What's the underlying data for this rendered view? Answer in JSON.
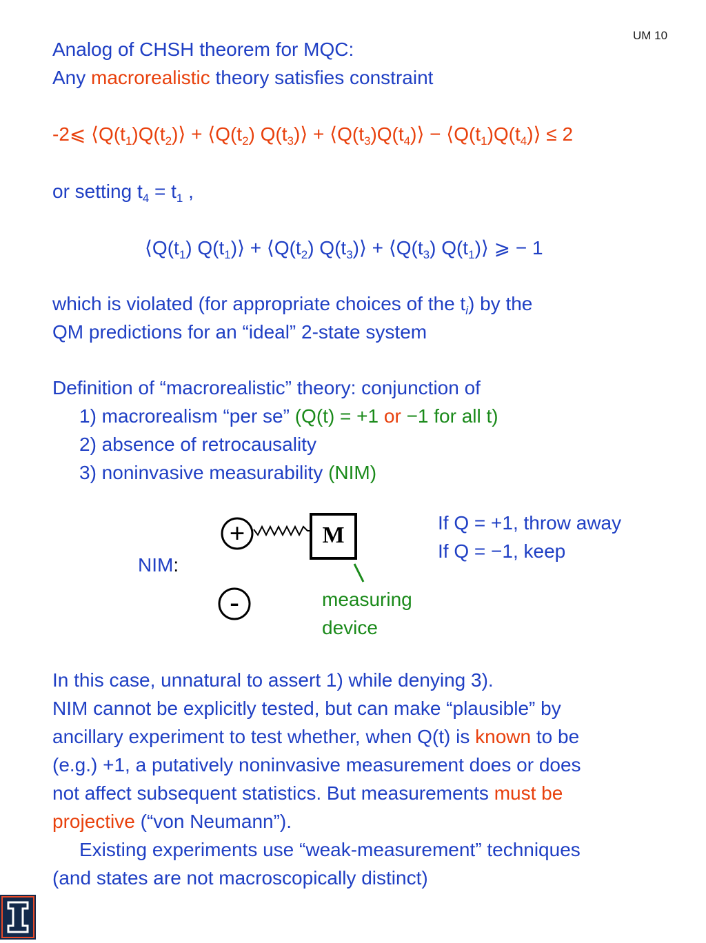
{
  "slide_number": "UM 10",
  "heading": {
    "line1": "Analog of CHSH theorem for MQC:",
    "line2_pre": "Any ",
    "line2_red": "macrorealistic",
    "line2_post": " theory satisfies constraint"
  },
  "inequality": {
    "lhs": "-2⩽ ⟨Q(t",
    "s1": "1",
    "a": ")Q(t",
    "s2": "2",
    "b": ")⟩ + ⟨Q(t",
    "s3": "2",
    "c": ") Q(t",
    "s4": "3",
    "d": ")⟩ + ⟨Q(t",
    "s5": "3",
    "e": ")Q(t",
    "s6": "4",
    "f": ")⟩ − ⟨Q(t",
    "s7": "1",
    "g": ")Q(t",
    "s8": "4",
    "h": ")⟩ ≤ 2"
  },
  "setting": {
    "pre": "or setting t",
    "s1": "4",
    "mid": " = t",
    "s2": "1",
    "post": " ,"
  },
  "reduced": {
    "p1": "⟨Q(t",
    "s1": "1",
    "p2": ") Q(t",
    "s2": "1",
    "p3": ")⟩ + ⟨Q(t",
    "s3": "2",
    "p4": ") Q(t",
    "s4": "3",
    "p5": ")⟩ + ⟨Q(t",
    "s5": "3",
    "p6": ") Q(t",
    "s6": "1",
    "p7": ")⟩ ⩾ − 1"
  },
  "violation": {
    "line1_pre": "which is violated (for appropriate  choices of the t",
    "line1_sub": "i",
    "line1_post": ") by the",
    "line2": "QM predictions for an “ideal” 2-state system"
  },
  "definition": {
    "intro": "Definition of “macrorealistic” theory: conjunction of",
    "item1_pre": "1) macrorealism “per se” ",
    "item1_g1": "(Q(t) = +1 ",
    "item1_or": "or",
    "item1_g2": " −1 for all t)",
    "item2": "2) absence of retrocausality",
    "item3_pre": "3) noninvasive measurability ",
    "item3_green": "(NIM)"
  },
  "diagram": {
    "nim_label": "NIM",
    "nim_colon": ":",
    "plus_symbol": "+",
    "minus_symbol": "-",
    "device_letter": "M",
    "device_label_1": "measuring",
    "device_label_2": "device",
    "rule_1": "If Q = +1, throw away",
    "rule_2": "If Q = −1, keep"
  },
  "conclusion": {
    "line1": "In this case, unnatural to assert 1) while denying 3).",
    "line2": "NIM cannot be explicitly tested, but can make “plausible” by",
    "line3_pre": "ancillary experiment to test whether, when Q(t) is ",
    "line3_red": "known",
    "line3_post": " to be",
    "line4": "(e.g.) +1, a putatively noninvasive measurement does or does",
    "line5_pre": "not affect subsequent statistics.  But measurements ",
    "line5_red": "must be",
    "line6_red": "projective",
    "line6_post": " (“von Neumann”).",
    "line7": "Existing experiments use “weak-measurement” techniques",
    "line8": "(and states  are not macroscopically distinct)"
  },
  "logo": {
    "letter": "I",
    "colors": {
      "blue": "#13294b",
      "orange": "#e84a27"
    }
  }
}
